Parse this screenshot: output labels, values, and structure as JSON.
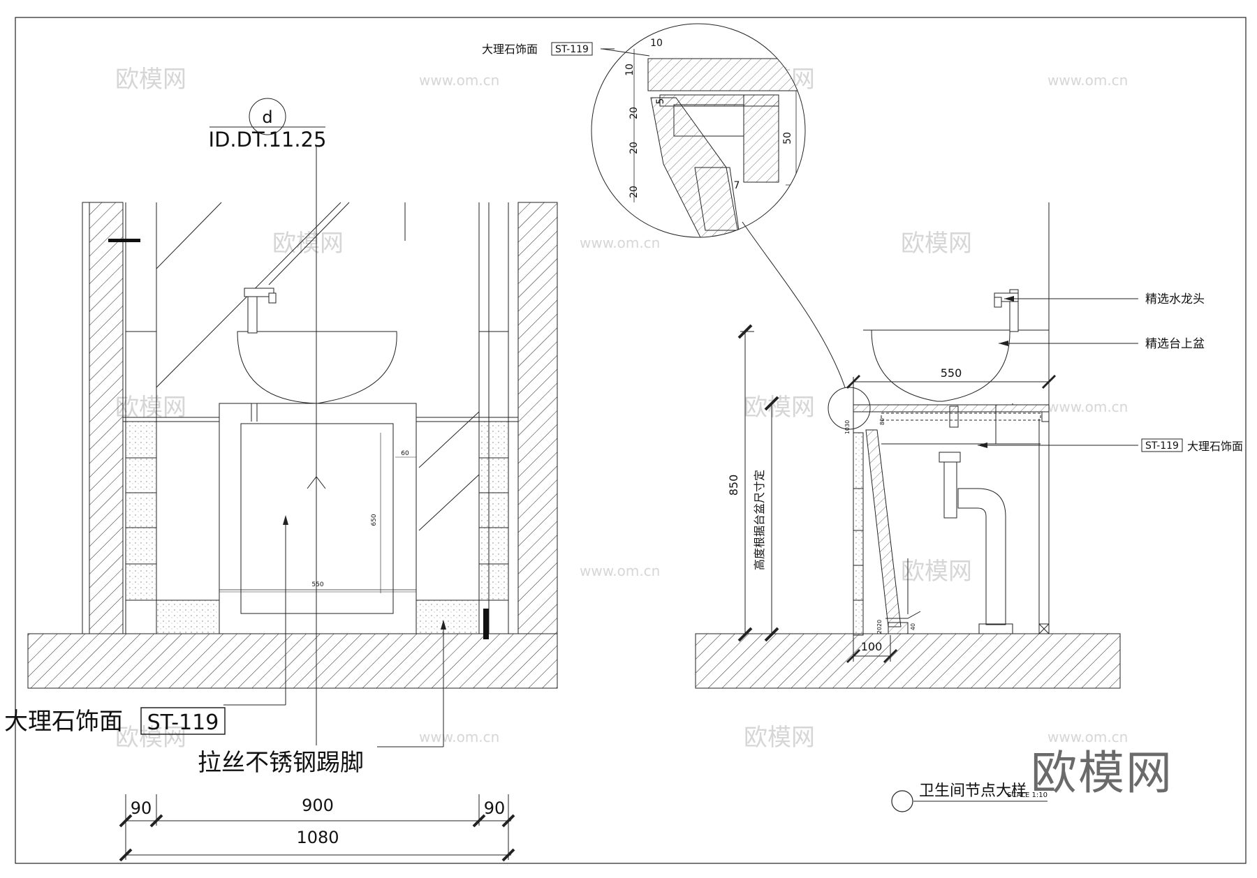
{
  "section_tag": {
    "letter": "d",
    "ref": "ID.DT.11.25"
  },
  "left_labels": {
    "marble_face": "大理石饰面",
    "marble_code": "ST-119",
    "kick_plate": "拉丝不锈钢踢脚"
  },
  "left_dims": {
    "seg1": "90",
    "seg2": "900",
    "seg3": "90",
    "total": "1080",
    "door_width": "550",
    "door_height": "650",
    "door_gap": "60"
  },
  "detail_callout": {
    "label": "大理石饰面",
    "code": "ST-119",
    "d10_top": "10",
    "d10_side": "10",
    "d5": "5",
    "d20a": "20",
    "d20b": "20",
    "d20c": "20",
    "d50": "50",
    "d7": "7"
  },
  "right_labels": {
    "faucet": "精选水龙头",
    "basin": "精选台上盆",
    "marble_code": "ST-119",
    "marble_face": "大理石饰面",
    "height_note": "高度根据台盆尺寸定"
  },
  "right_dims": {
    "basin_width": "550",
    "total_height": "850",
    "base": "100",
    "small_a": "1030",
    "small_b": "80",
    "small_c": "2020",
    "small_d": "40"
  },
  "title_block": {
    "title": "卫生间节点大样",
    "scale": "SCALE 1:10"
  },
  "watermark": {
    "brand": "欧模网",
    "url": "www.om.cn"
  }
}
